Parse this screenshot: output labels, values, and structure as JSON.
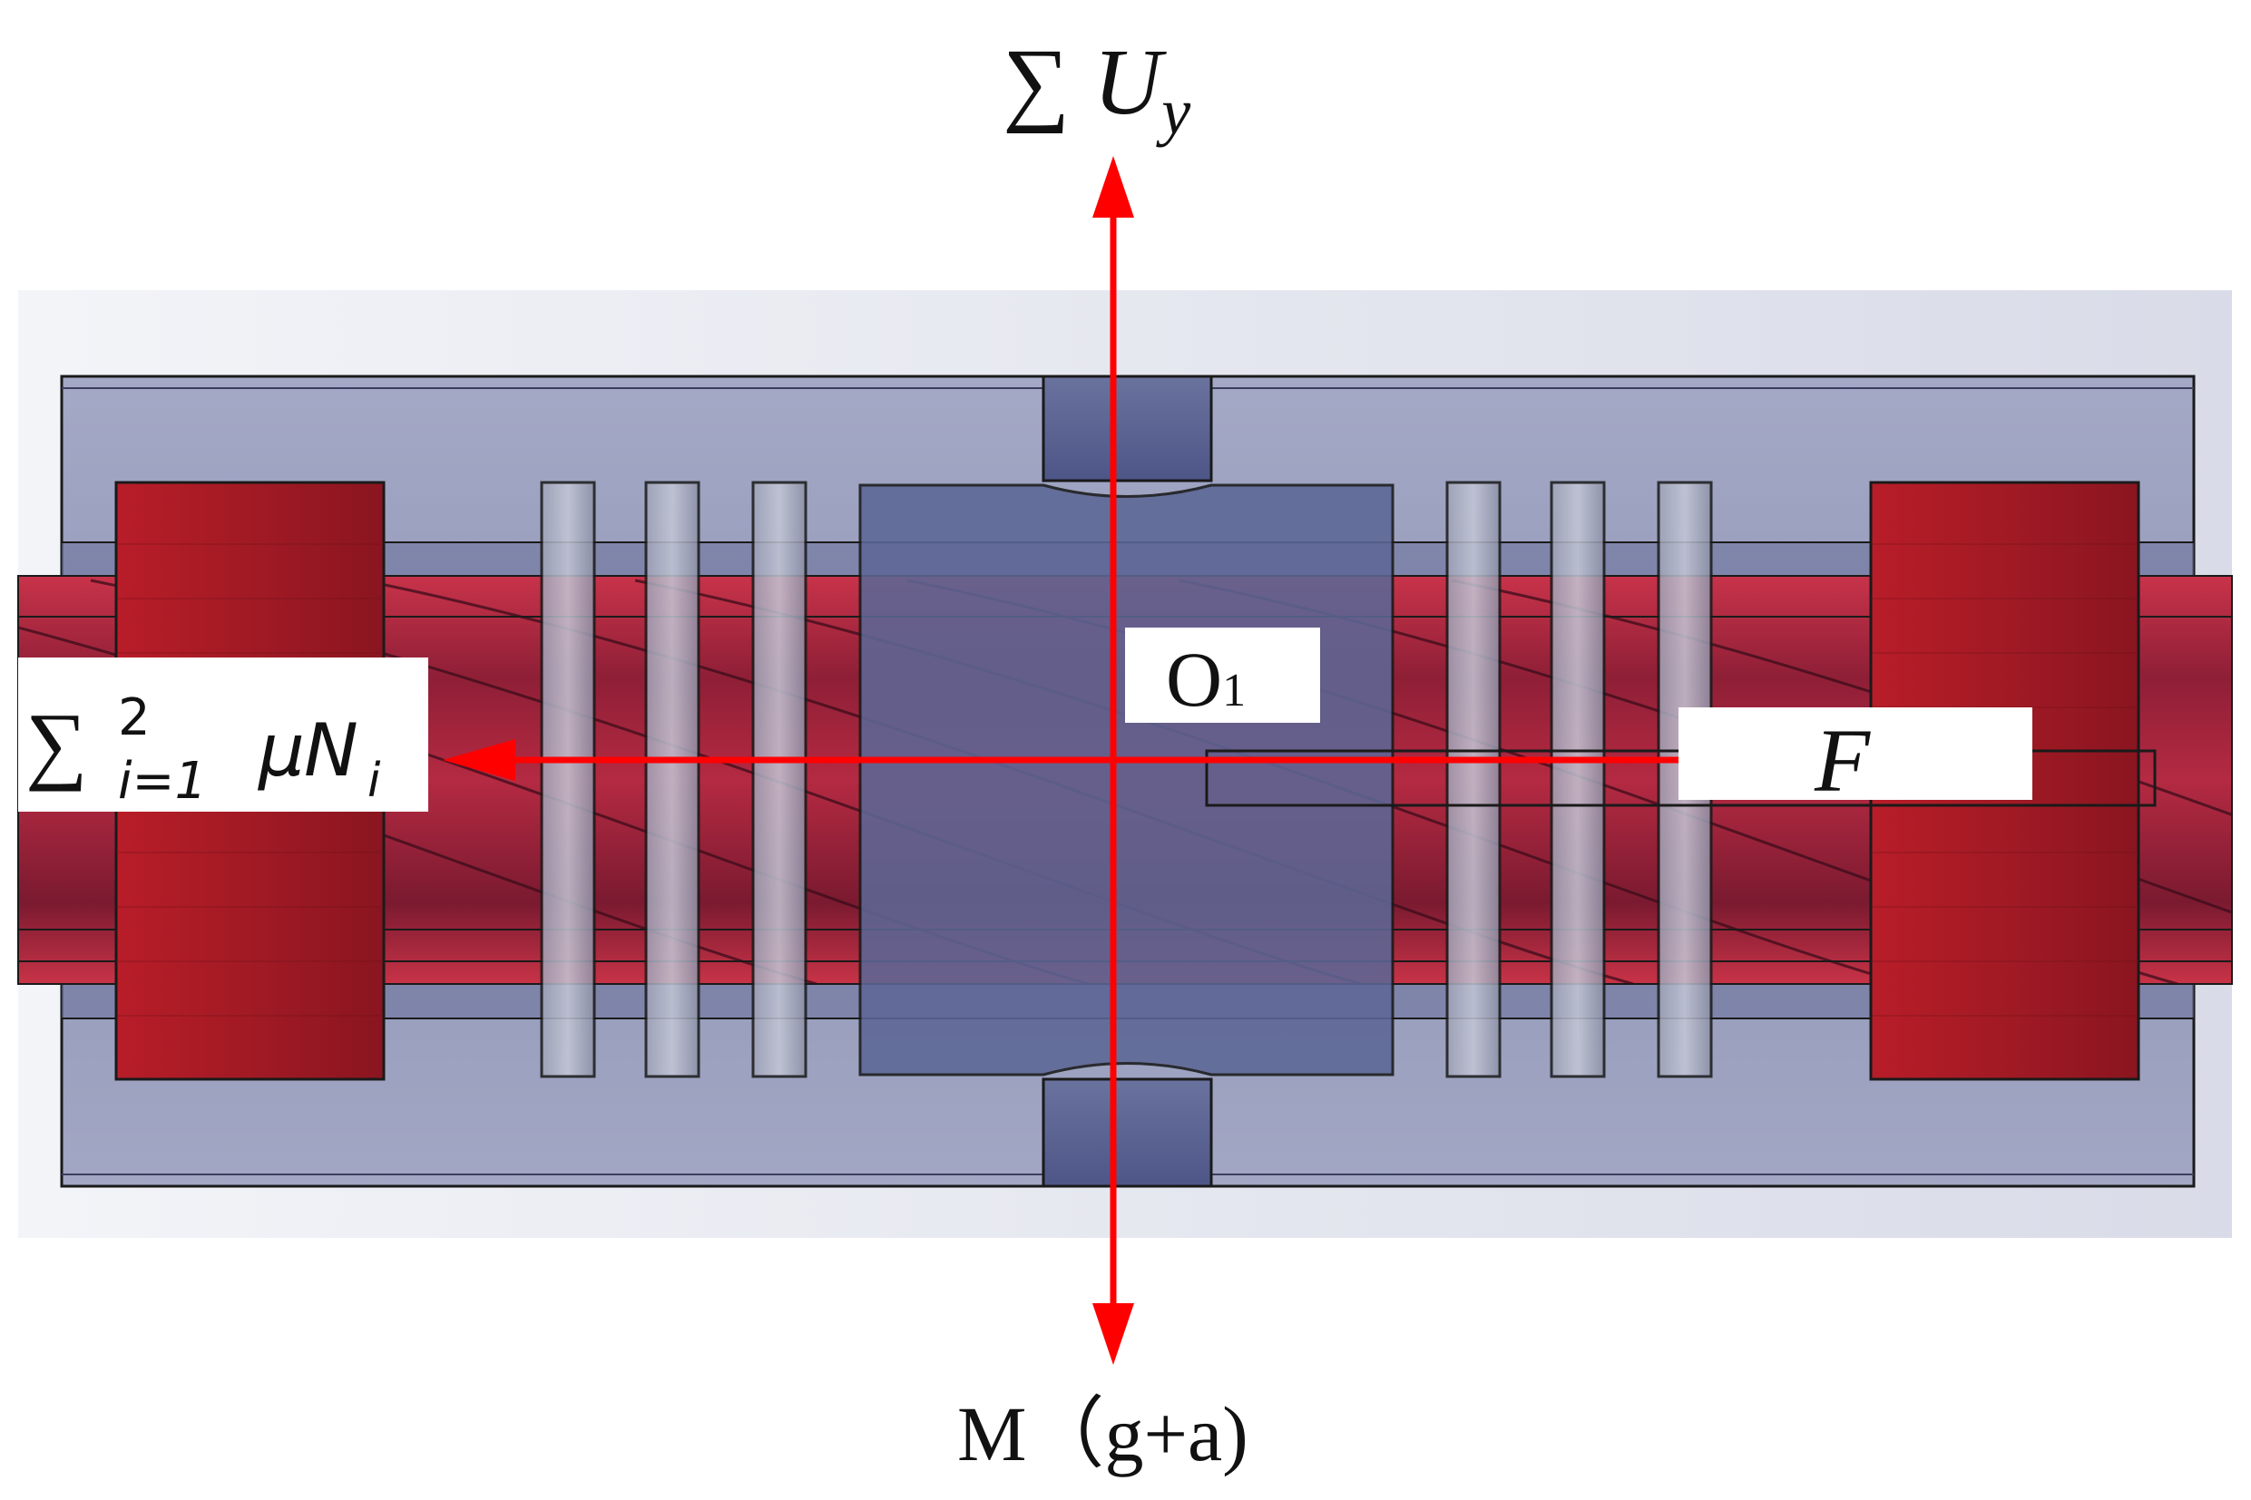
{
  "labels": {
    "top_force": {
      "sigma": "∑",
      "var": "U",
      "sub": "y"
    },
    "bottom_force": "M（g+a)",
    "origin": {
      "letter": "O",
      "sub": "1"
    },
    "left_force": {
      "sigma": "∑",
      "sup": "2",
      "sub": "i=1",
      "mu": "μ",
      "var": "N",
      "var_sub": "i"
    },
    "right_force": "F"
  },
  "colors": {
    "arrow": "#ff0000",
    "housing": "#9ba0bf",
    "housing_dark": "#5a628c",
    "shaft_red": "#a8203a",
    "magnet_red": "#b81f2c",
    "plate": "#b7bbcb",
    "outline": "#1a1a1a",
    "label_bg": "#ffffff"
  },
  "icons": {
    "arrow_up": "arrowhead-up",
    "arrow_down": "arrowhead-down",
    "arrow_left": "arrowhead-left"
  }
}
